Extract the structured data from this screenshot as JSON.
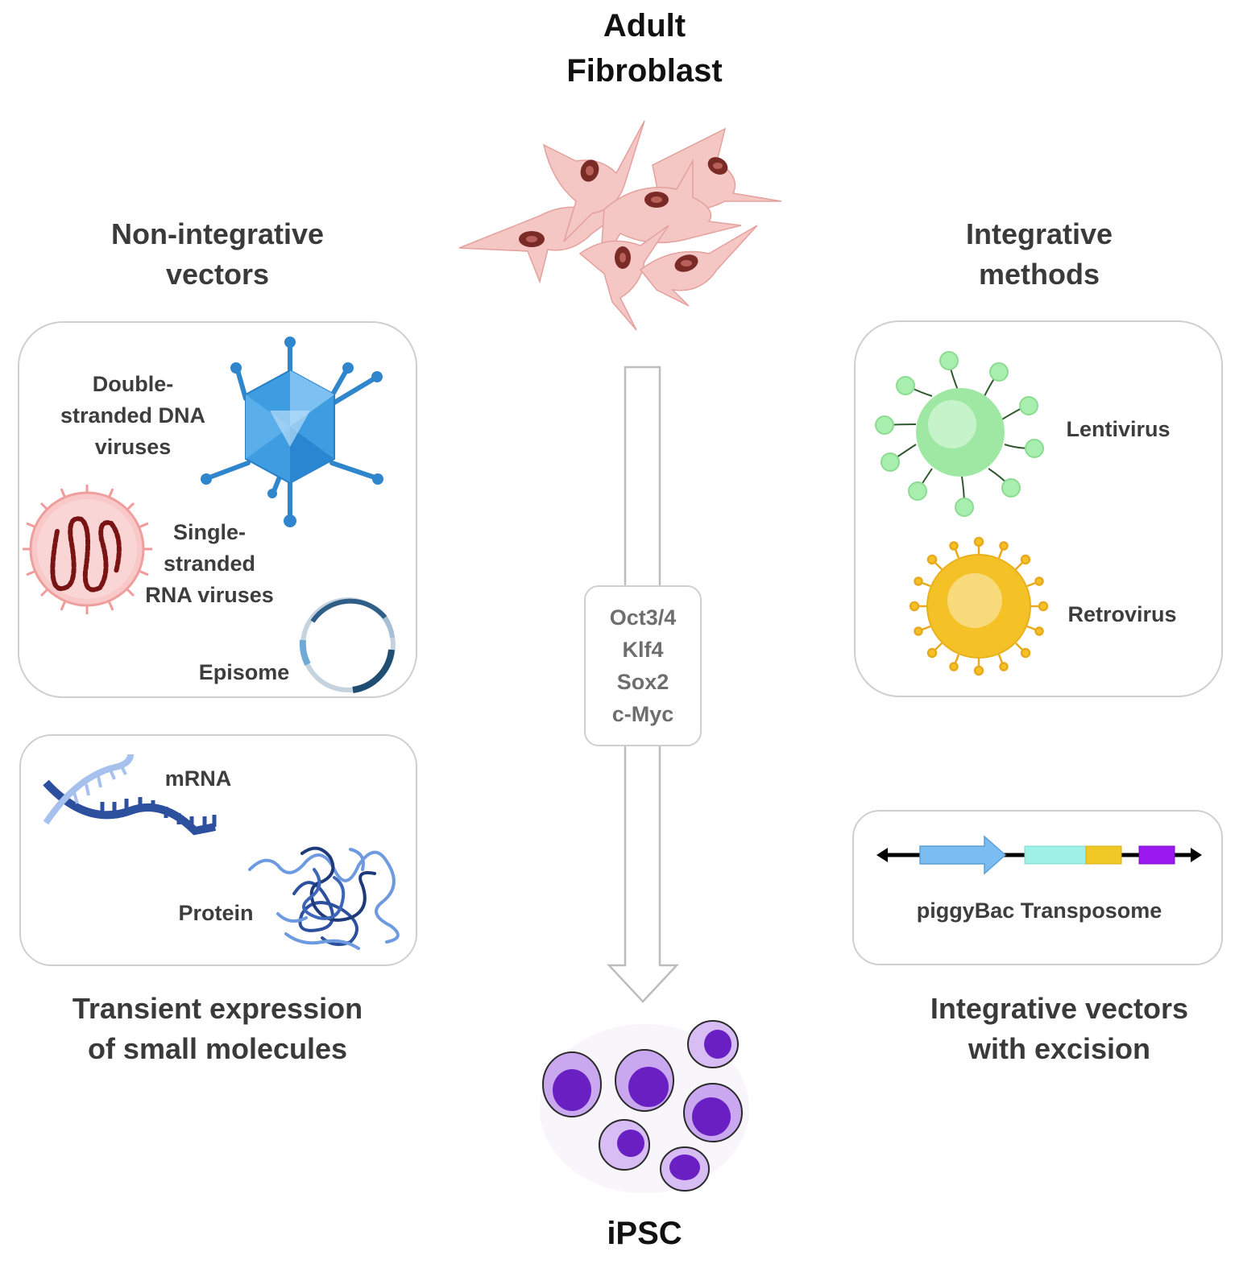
{
  "top": {
    "title_line1": "Adult",
    "title_line2": "Fibroblast"
  },
  "bottom": {
    "title": "iPSC"
  },
  "left": {
    "heading_line1": "Non-integrative",
    "heading_line2": "vectors",
    "panel1": {
      "dsdna_lines": [
        "Double-",
        "stranded DNA",
        "viruses"
      ],
      "ssrna_lines": [
        "Single-",
        "stranded",
        "RNA viruses"
      ],
      "episome": "Episome"
    },
    "panel2": {
      "mrna": "mRNA",
      "protein": "Protein"
    },
    "footer_line1": "Transient expression",
    "footer_line2": "of small molecules"
  },
  "right": {
    "heading_line1": "Integrative",
    "heading_line2": "methods",
    "panel1": {
      "lentivirus": "Lentivirus",
      "retrovirus": "Retrovirus"
    },
    "panel2": {
      "transposome": "piggyBac Transposome"
    },
    "footer_line1": "Integrative vectors",
    "footer_line2": "with excision"
  },
  "factors": [
    "Oct3/4",
    "Klf4",
    "Sox2",
    "c-Myc"
  ],
  "colors": {
    "fibroblast": "#f4c4c1",
    "fibroblast_nucleus": "#7a2b26",
    "dsdna_virus": "#3d9de0",
    "ssrna_virus": "#f3a7a6",
    "lentivirus": "#9fe8a4",
    "retrovirus": "#f4c227",
    "ipsc_cell": "#c9a8ef",
    "ipsc_nucleus": "#6a1fc2",
    "arrow_outline": "#bdbdbd",
    "panel_border": "#cfcfcf",
    "mrna": "#2c4f9e",
    "protein": "#4a78c8",
    "transposome_blue": "#7bbdf0",
    "transposome_cyan": "#9ff0e6",
    "transposome_yellow": "#f1c927",
    "transposome_purple": "#9b19f0"
  },
  "icons": [
    "fibroblast-cells",
    "dsdna-virus-icon",
    "ssrna-virus-icon",
    "episome-plasmid-icon",
    "mrna-icon",
    "protein-icon",
    "lentivirus-icon",
    "retrovirus-icon",
    "transposome-construct-icon",
    "ipsc-cells"
  ]
}
